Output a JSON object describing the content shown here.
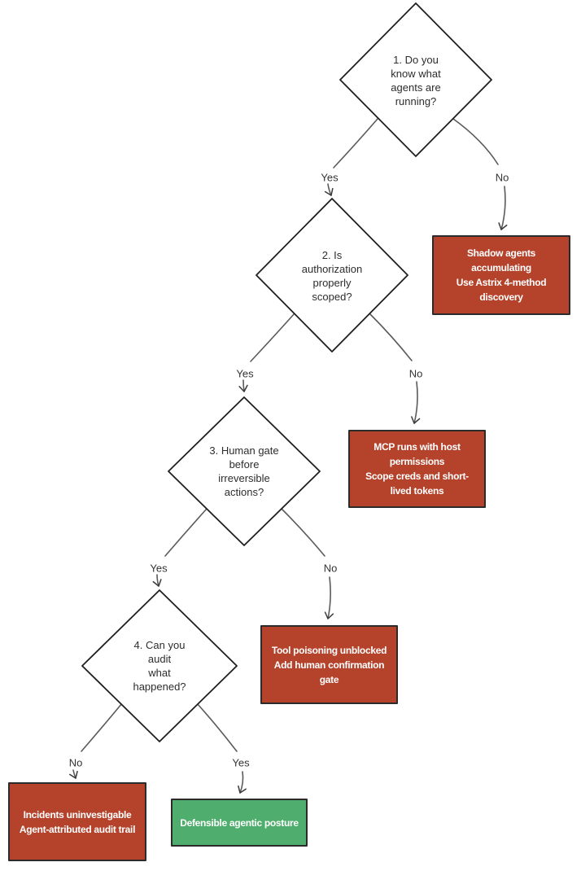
{
  "flowchart": {
    "decisions": {
      "q1": {
        "label": "1. Do you\nknow what\nagents are\nrunning?"
      },
      "q2": {
        "label": "2. Is\nauthorization\nproperly\nscoped?"
      },
      "q3": {
        "label": "3. Human gate\nbefore\nirreversible\nactions?"
      },
      "q4": {
        "label": "4. Can you\naudit\nwhat\nhappened?"
      }
    },
    "outcomes": {
      "shadow_agents": {
        "label": "Shadow agents\naccumulating\nUse Astrix 4-method\ndiscovery",
        "type": "risk"
      },
      "mcp_permissions": {
        "label": "MCP runs with host\npermissions\nScope creds and short-\nlived tokens",
        "type": "risk"
      },
      "tool_poisoning": {
        "label": "Tool poisoning unblocked\nAdd human confirmation\ngate",
        "type": "risk"
      },
      "incidents": {
        "label": "Incidents uninvestigable\nAgent-attributed audit trail",
        "type": "risk"
      },
      "defensible": {
        "label": "Defensible agentic posture",
        "type": "success"
      }
    },
    "edge_labels": {
      "q1_yes": "Yes",
      "q1_no": "No",
      "q2_yes": "Yes",
      "q2_no": "No",
      "q3_yes": "Yes",
      "q3_no": "No",
      "q4_no": "No",
      "q4_yes": "Yes"
    },
    "colors": {
      "risk_fill": "#b5432c",
      "success_fill": "#4fae6d",
      "box_border": "#2b2b2b",
      "diamond_stroke": "#1f1f1f",
      "edge_stroke": "#5a5a5a",
      "label_text": "#2d2d2d",
      "outcome_text": "#ffffff",
      "background": "#ffffff"
    }
  }
}
